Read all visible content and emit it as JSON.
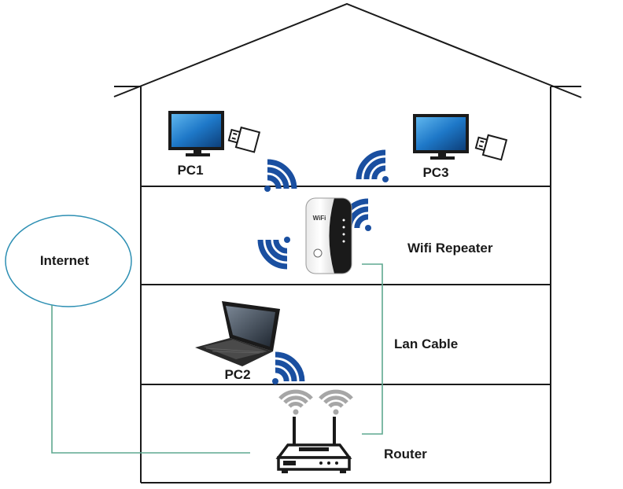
{
  "labels": {
    "internet": "Internet",
    "pc1": "PC1",
    "pc3": "PC3",
    "pc2": "PC2",
    "wifi_repeater": "Wifi Repeater",
    "lan_cable": "Lan Cable",
    "router": "Router"
  },
  "colors": {
    "cloud_stroke": "#2d8fb3",
    "cable": "#5fa890",
    "wifi_blue": "#1a4fa0",
    "wifi_gray": "#a6a6a6",
    "house": "#1a1a1a",
    "monitor_screen": "#1e78c8"
  },
  "icons": [
    "monitor-icon",
    "usb-wifi-adapter-icon",
    "laptop-icon",
    "router-icon",
    "wifi-repeater-icon",
    "wifi-signal-icon"
  ]
}
